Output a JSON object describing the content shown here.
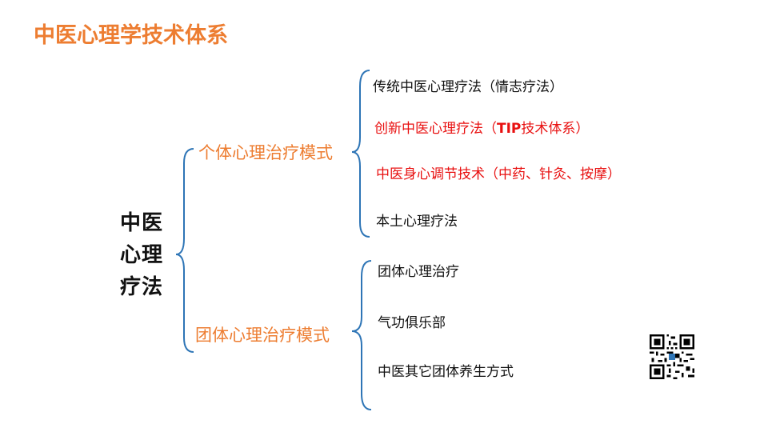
{
  "title": "中医心理学技术体系",
  "root": {
    "lines": [
      "中医",
      "心理",
      "疗法"
    ]
  },
  "branches": [
    {
      "label": "个体心理治疗模式",
      "items": [
        {
          "text": "传统中医心理疗法（情志疗法）",
          "highlight": false
        },
        {
          "text_before": "创新中医心理疗法（",
          "text_bold": "TIP",
          "text_after": "技术体系）",
          "highlight": true
        },
        {
          "text": "中医身心调节技术（中药、针灸、按摩）",
          "highlight": true
        },
        {
          "text": "本土心理疗法",
          "highlight": false
        }
      ]
    },
    {
      "label": "团体心理治疗模式",
      "items": [
        {
          "text": "团体心理治疗",
          "highlight": false
        },
        {
          "text": "气功俱乐部",
          "highlight": false
        },
        {
          "text": "中医其它团体养生方式",
          "highlight": false
        }
      ]
    }
  ],
  "colors": {
    "accent": "#ED7D31",
    "highlight": "#E81010",
    "brace": "#2E75B6",
    "text": "#111111"
  },
  "icons": {
    "qr": "qr-code-icon"
  }
}
